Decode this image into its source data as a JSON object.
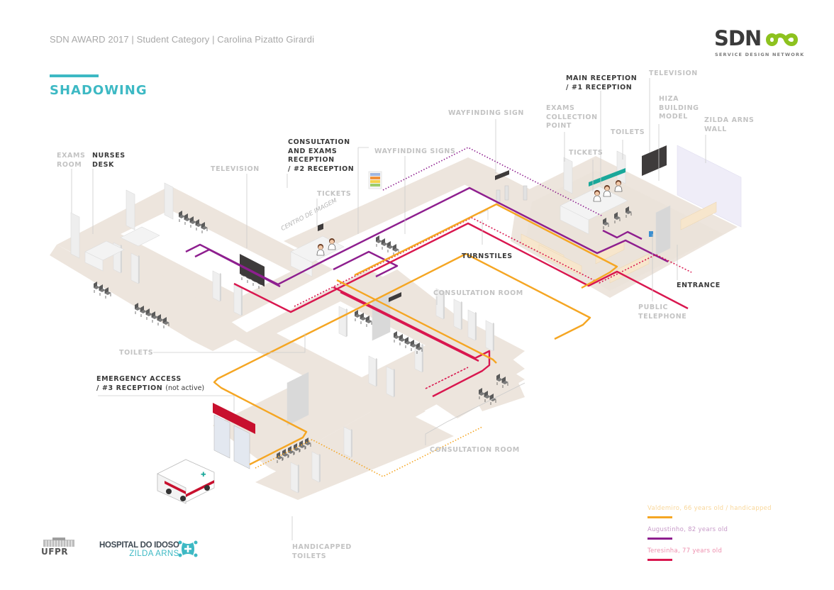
{
  "header": {
    "credit": "SDN AWARD 2017 | Student Category | Carolina Pizatto Girardi",
    "title": "SHADOWING"
  },
  "brand": {
    "logo_text": "SDN",
    "logo_icon": "infinity-icon",
    "logo_subtitle": "SERVICE DESIGN NETWORK",
    "accent_color": "#3db9c4",
    "logo_green": "#8dc21f"
  },
  "labels": {
    "exams_room": "EXAMS\nROOM",
    "nurses_desk": "NURSES\nDESK",
    "television_left": "TELEVISION",
    "consultation_reception": "CONSULTATION\nAND EXAMS\nRECEPTION\n/ #2 RECEPTION",
    "wayfinding_signs": "WAYFINDING SIGNS",
    "tickets_left": "TICKETS",
    "centro_de_imagem": "CENTRO DE\nIMAGEM",
    "wayfinding_sign": "WAYFINDING SIGN",
    "main_reception": "MAIN RECEPTION\n/ #1 RECEPTION",
    "television_right": "TELEVISION",
    "exams_collection_point": "EXAMS\nCOLLECTION\nPOINT",
    "hiza_building_model": "HIZA\nBUILDING\nMODEL",
    "zilda_arns_wall": "ZILDA ARNS\nWALL",
    "toilets_right": "TOILETS",
    "tickets_right": "TICKETS",
    "turnstiles": "TURNSTILES",
    "entrance": "ENTRANCE",
    "public_telephone": "PUBLIC\nTELEPHONE",
    "consultation_room_top": "CONSULTATION ROOM",
    "consultation_room_bottom": "CONSULTATION ROOM",
    "toilets_left": "TOILETS",
    "emergency_access": "EMERGENCY ACCESS",
    "emergency_reception": "/ #3 RECEPTION",
    "emergency_note": "(not active)",
    "handicapped_toilets": "HANDICAPPED\nTOILETS"
  },
  "legend": [
    {
      "name": "Valdemiro, 66 years old / handicapped",
      "color": "#f5a623",
      "text_color": "#f9d79a"
    },
    {
      "name": "Augustinho, 82 years old",
      "color": "#8e1f8f",
      "text_color": "#c79ac8"
    },
    {
      "name": "Teresinha, 77 years old",
      "color": "#d9174f",
      "text_color": "#ee8fae"
    }
  ],
  "footer": {
    "ufpr": "UFPR",
    "hospital_line1": "HOSPITAL DO IDOSO",
    "hospital_line2": "ZILDA ARNS"
  }
}
